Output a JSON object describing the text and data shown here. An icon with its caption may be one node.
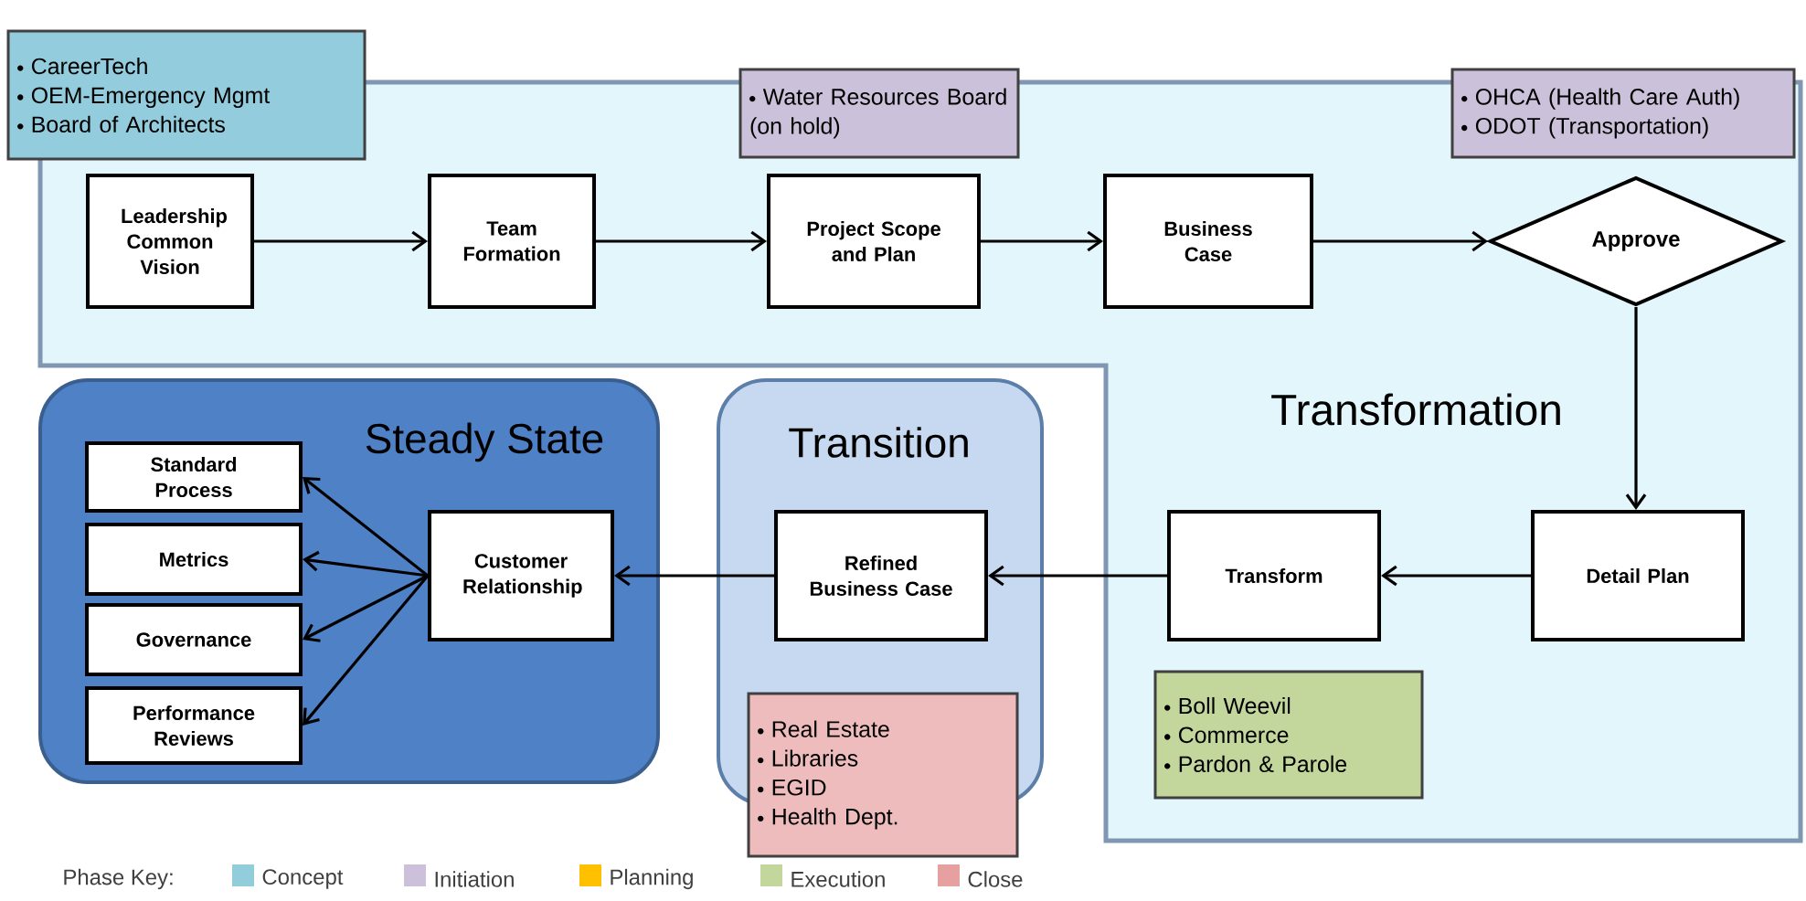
{
  "diagram": {
    "nodes": [
      {
        "text": [
          "CareerTech",
          "OEM-Emergency Mgmt",
          "Board of Architects"
        ]
      },
      {
        "text": [
          "Water Resources Board (on hold)"
        ]
      },
      {
        "text": [
          "OHCA (Health Care Auth)",
          "ODOT (Transportation)"
        ]
      },
      {
        "text": [
          "Transformation"
        ]
      },
      {
        "text": [
          "Leadership Common Vision"
        ],
        "in": 3
      },
      {
        "text": [
          "Team Formation"
        ],
        "in": 3
      },
      {
        "text": [
          "Project Scope and Plan"
        ],
        "in": 3
      },
      {
        "text": [
          "Business Case"
        ],
        "in": 3
      },
      {
        "text": [
          "Approve"
        ],
        "in": 3
      },
      {
        "text": [
          "Detail Plan"
        ],
        "in": 3
      },
      {
        "text": [
          "Transform"
        ],
        "in": 3
      },
      {
        "text": [
          "Boll Weevil",
          "Commerce",
          "Pardon & Parole"
        ],
        "in": 3
      },
      {
        "text": [
          "Steady State"
        ]
      },
      {
        "text": [
          "Standard Process"
        ],
        "in": 12
      },
      {
        "text": [
          "Metrics"
        ],
        "in": 12
      },
      {
        "text": [
          "Governance"
        ],
        "in": 12
      },
      {
        "text": [
          "Performance Reviews"
        ],
        "in": 12
      },
      {
        "text": [
          "Customer Relationship"
        ],
        "in": 12
      },
      {
        "text": [
          "Transition"
        ]
      },
      {
        "text": [
          "Refined Business Case"
        ],
        "in": 18
      },
      {
        "text": [
          "Real Estate",
          "Libraries",
          "EGID",
          "Health Dept."
        ]
      }
    ],
    "edges": [
      {
        "from": 4,
        "to": 5,
        "arrow": "to"
      },
      {
        "from": 5,
        "to": 6,
        "arrow": "to"
      },
      {
        "from": 6,
        "to": 7,
        "arrow": "to"
      },
      {
        "from": 7,
        "to": 8,
        "arrow": "to"
      },
      {
        "from": 8,
        "to": 9,
        "arrow": "to"
      },
      {
        "from": 9,
        "to": 10,
        "arrow": "to"
      },
      {
        "from": 10,
        "to": 19,
        "arrow": "to"
      },
      {
        "from": 19,
        "to": 17,
        "arrow": "to"
      },
      {
        "from": 17,
        "to": 13,
        "arrow": "to"
      },
      {
        "from": 17,
        "to": 14,
        "arrow": "to"
      },
      {
        "from": 17,
        "to": 15,
        "arrow": "to"
      },
      {
        "from": 17,
        "to": 16,
        "arrow": "to"
      }
    ],
    "labels": [
      "Phase Key:"
    ],
    "legend": [
      {
        "text": "Concept",
        "color": "#92cddc"
      },
      {
        "text": "Initiation",
        "color": "#ccc0da"
      },
      {
        "text": "Planning",
        "color": "#ffc000"
      },
      {
        "text": "Execution",
        "color": "#c3d69b"
      },
      {
        "text": "Close",
        "color": "#e6a0a0"
      }
    ]
  }
}
